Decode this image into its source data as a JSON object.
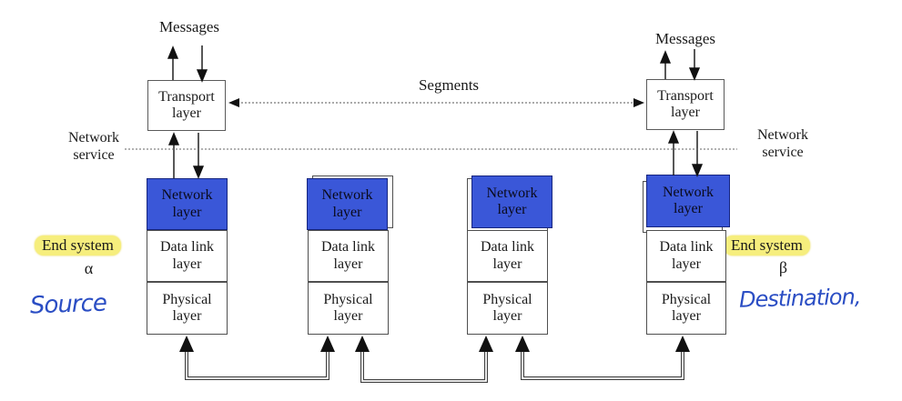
{
  "colors": {
    "layer_blue": "#3a57d8",
    "highlight_yellow": "#f6ee7d",
    "handwriting_ink_blue": "#2b4ec4"
  },
  "labels": {
    "messages_left": "Messages",
    "messages_right": "Messages",
    "segments": "Segments",
    "network_service_left": "Network\nservice",
    "network_service_right": "Network\nservice",
    "transport_left": "Transport\nlayer",
    "transport_right": "Transport\nlayer",
    "end_system_left": "End system",
    "end_system_right": "End system",
    "alpha": "α",
    "beta": "β",
    "source_annotation": "Source",
    "destination_annotation": "Destination,"
  },
  "stacks": [
    {
      "role": "end-system-alpha",
      "network": "Network\nlayer",
      "datalink": "Data link\nlayer",
      "physical": "Physical\nlayer"
    },
    {
      "role": "intermediate-node-1",
      "network": "Network\nlayer",
      "datalink": "Data link\nlayer",
      "physical": "Physical\nlayer"
    },
    {
      "role": "intermediate-node-2",
      "network": "Network\nlayer",
      "datalink": "Data link\nlayer",
      "physical": "Physical\nlayer"
    },
    {
      "role": "end-system-beta",
      "network": "Network\nlayer",
      "datalink": "Data link\nlayer",
      "physical": "Physical\nlayer"
    }
  ]
}
